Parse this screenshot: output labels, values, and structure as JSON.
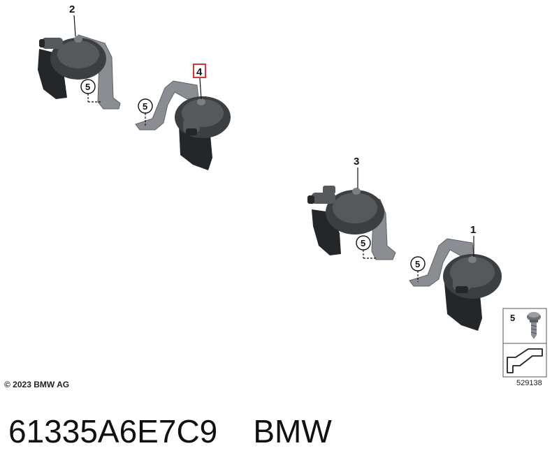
{
  "diagram": {
    "parts": [
      {
        "num": "2"
      },
      {
        "num": "4",
        "highlighted": true,
        "highlight_color": "#d9343a"
      },
      {
        "num": "3"
      },
      {
        "num": "1"
      }
    ],
    "callouts": [
      "5",
      "5",
      "5",
      "5"
    ],
    "legend": {
      "item_num": "5",
      "code": "529138"
    },
    "copyright": "© 2023 BMW AG",
    "caption": "61335A6E7C9    BMW"
  }
}
